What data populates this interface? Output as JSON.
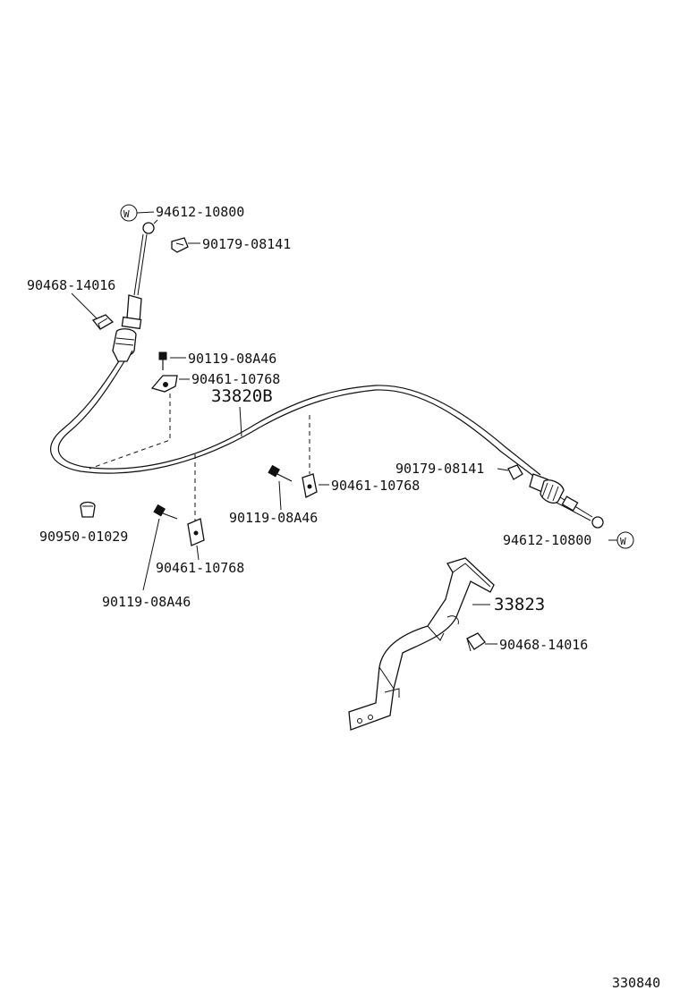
{
  "diagram": {
    "figure_number": "330840",
    "washer_mark": "W",
    "labels": {
      "cable_end_top": "94612-10800",
      "bushing_top": "90179-08141",
      "clip_top_left": "90468-14016",
      "bolt_upper": "90119-08A46",
      "clamp_upper": "90461-10768",
      "cable_assembly": "33820B",
      "bushing_right": "90179-08141",
      "clamp_middle": "90461-10768",
      "bolt_middle": "90119-08A46",
      "plug": "90950-01029",
      "cable_end_right": "94612-10800",
      "clamp_lower": "90461-10768",
      "bolt_lower": "90119-08A46",
      "bracket": "33823",
      "clip_bracket": "90468-14016"
    }
  }
}
